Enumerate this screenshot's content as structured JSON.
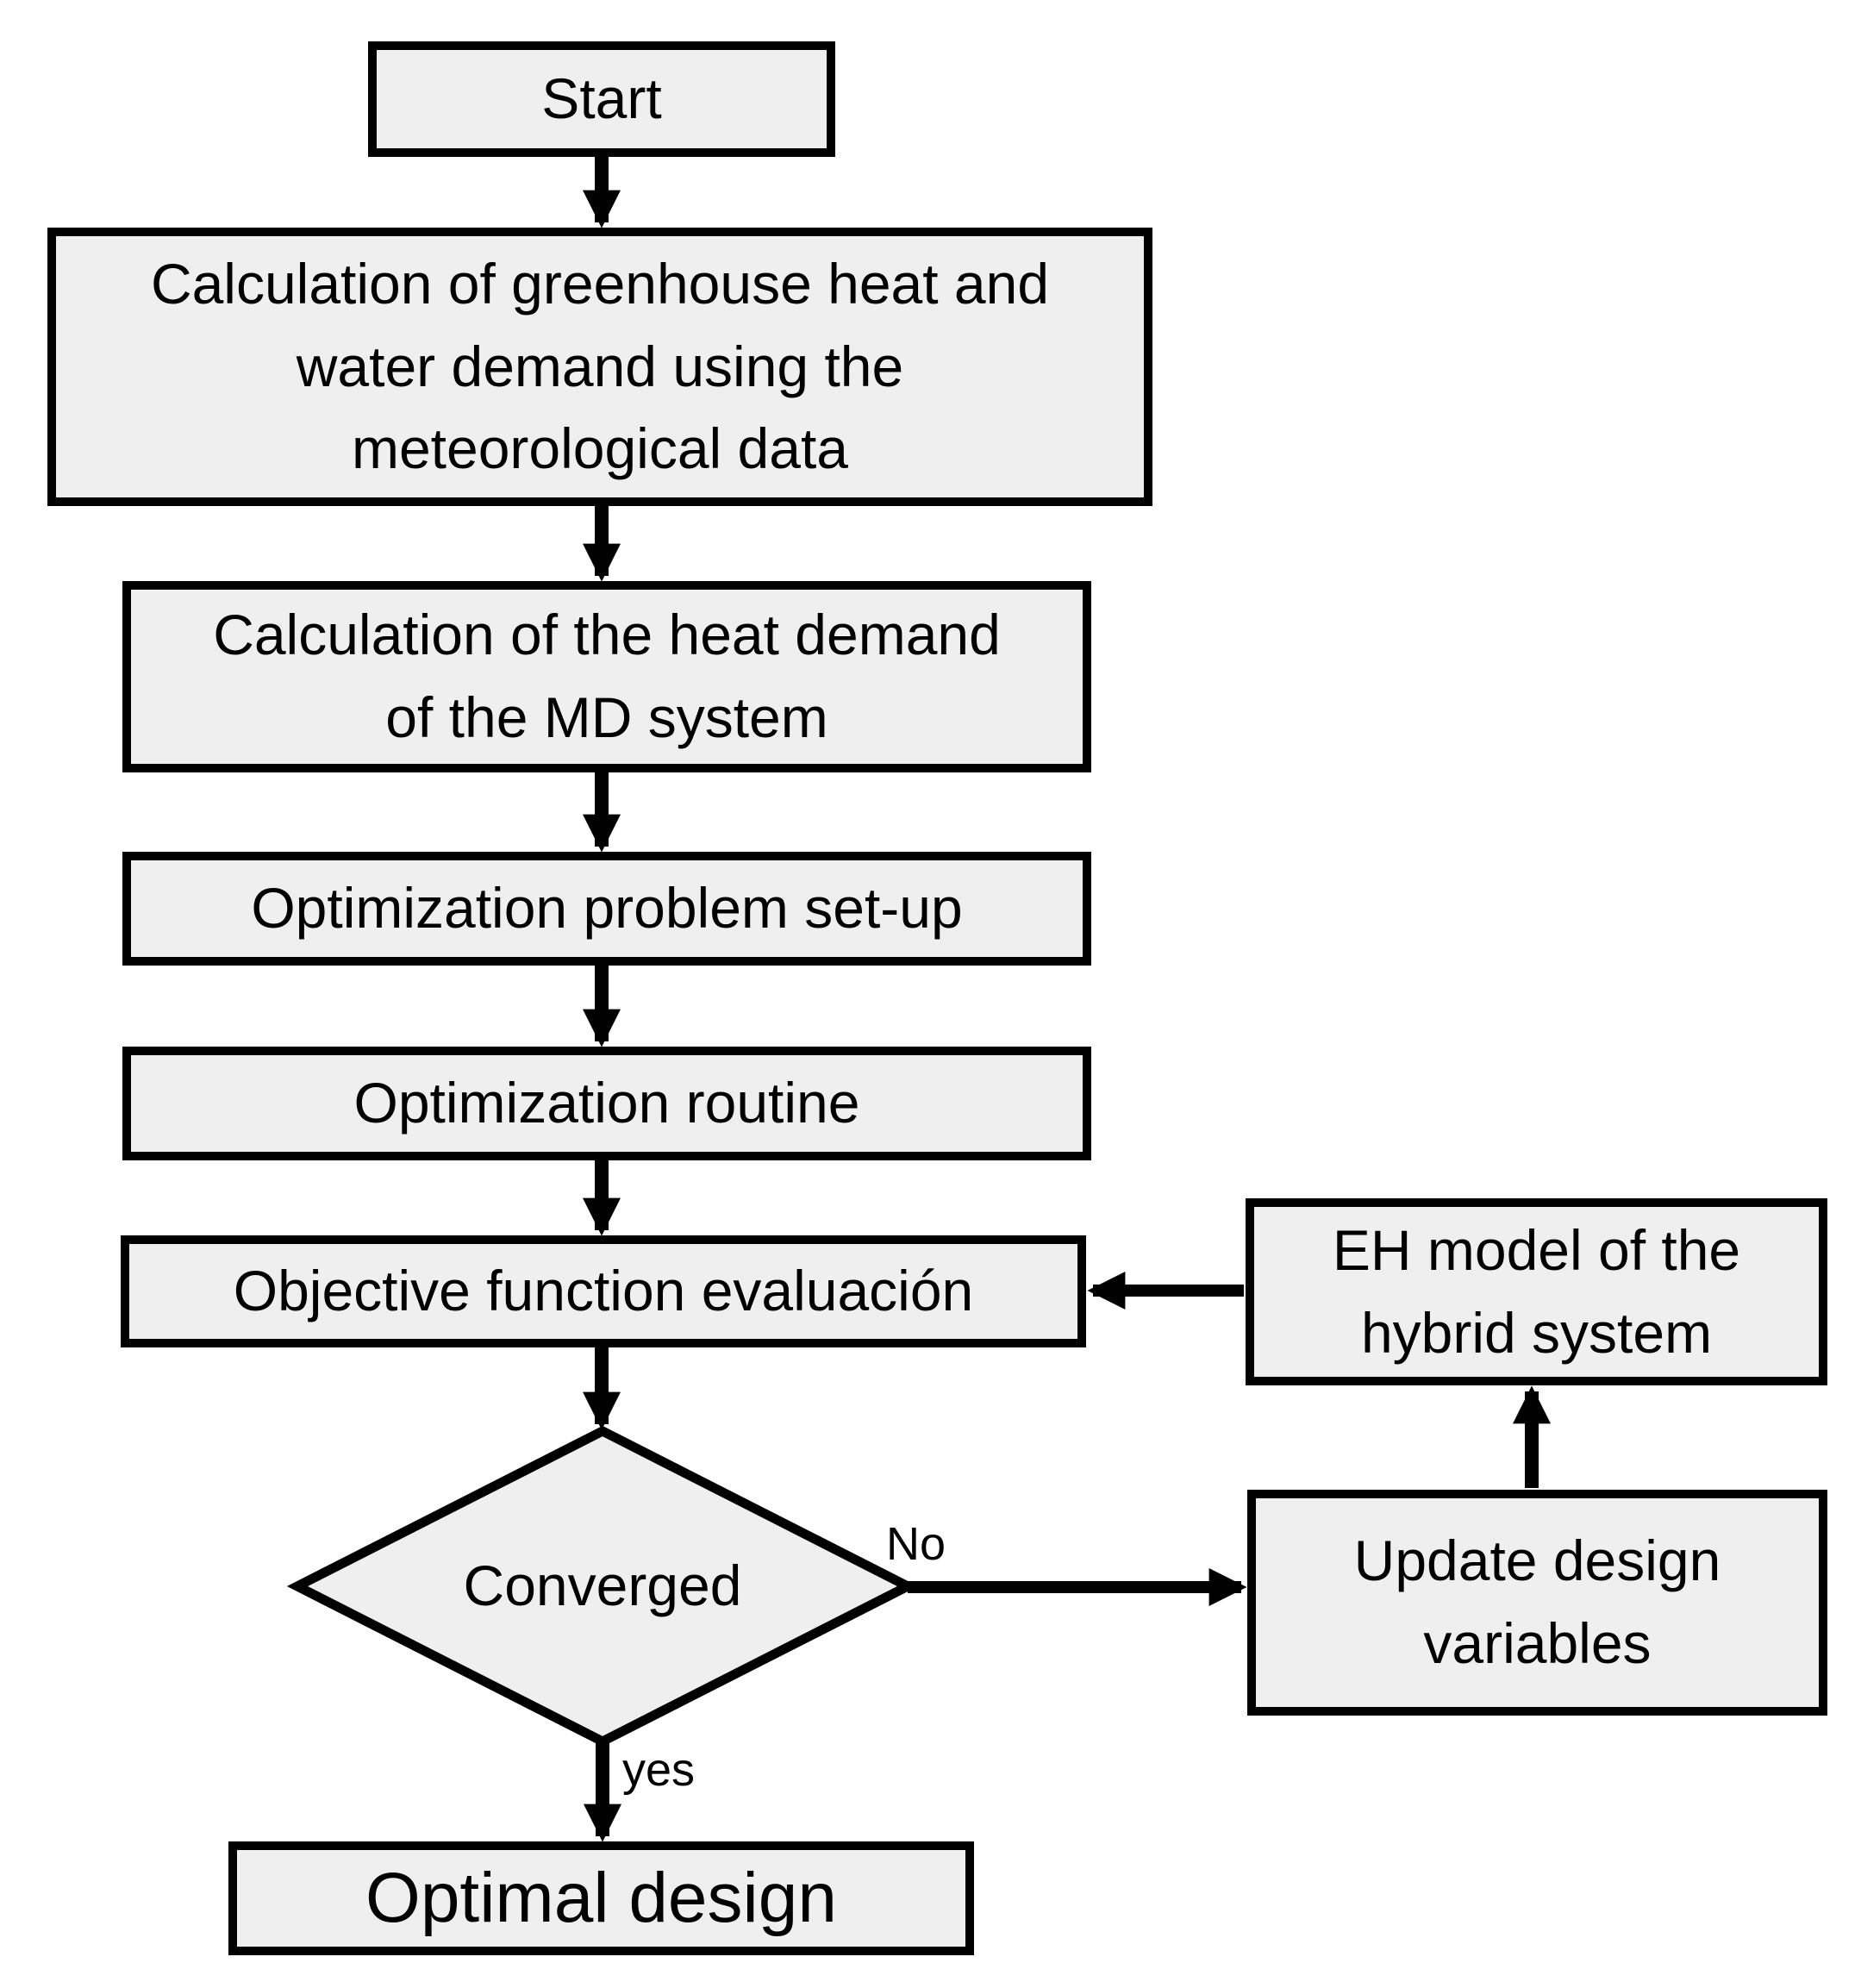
{
  "diagram": {
    "type": "flowchart",
    "colors": {
      "background": "#ffffff",
      "node_fill": "#efefef",
      "node_border": "#000000",
      "text": "#000000"
    },
    "nodes": {
      "start": {
        "shape": "rect",
        "label": "Start"
      },
      "calc_greenhouse": {
        "shape": "rect",
        "lines": [
          "Calculation of greenhouse heat and",
          "water demand using the",
          "meteorological data"
        ]
      },
      "calc_md": {
        "shape": "rect",
        "lines": [
          "Calculation of the heat demand",
          "of the MD system"
        ]
      },
      "opt_setup": {
        "shape": "rect",
        "label": "Optimization problem set-up"
      },
      "opt_routine": {
        "shape": "rect",
        "label": "Optimization routine"
      },
      "obj_eval": {
        "shape": "rect",
        "label": "Objective function evaluación"
      },
      "converged": {
        "shape": "diamond",
        "label": "Converged"
      },
      "optimal_design": {
        "shape": "rect",
        "label": "Optimal design"
      },
      "eh_model": {
        "shape": "rect",
        "lines": [
          "EH model of the",
          "hybrid system"
        ]
      },
      "update_vars": {
        "shape": "rect",
        "lines": [
          "Update design",
          "variables"
        ]
      }
    },
    "edges": [
      {
        "from": "start",
        "to": "calc_greenhouse",
        "label": ""
      },
      {
        "from": "calc_greenhouse",
        "to": "calc_md",
        "label": ""
      },
      {
        "from": "calc_md",
        "to": "opt_setup",
        "label": ""
      },
      {
        "from": "opt_setup",
        "to": "opt_routine",
        "label": ""
      },
      {
        "from": "opt_routine",
        "to": "obj_eval",
        "label": ""
      },
      {
        "from": "obj_eval",
        "to": "converged",
        "label": ""
      },
      {
        "from": "converged",
        "to": "optimal_design",
        "label": "yes"
      },
      {
        "from": "converged",
        "to": "update_vars",
        "label": "No"
      },
      {
        "from": "update_vars",
        "to": "eh_model",
        "label": ""
      },
      {
        "from": "eh_model",
        "to": "obj_eval",
        "label": ""
      }
    ]
  }
}
